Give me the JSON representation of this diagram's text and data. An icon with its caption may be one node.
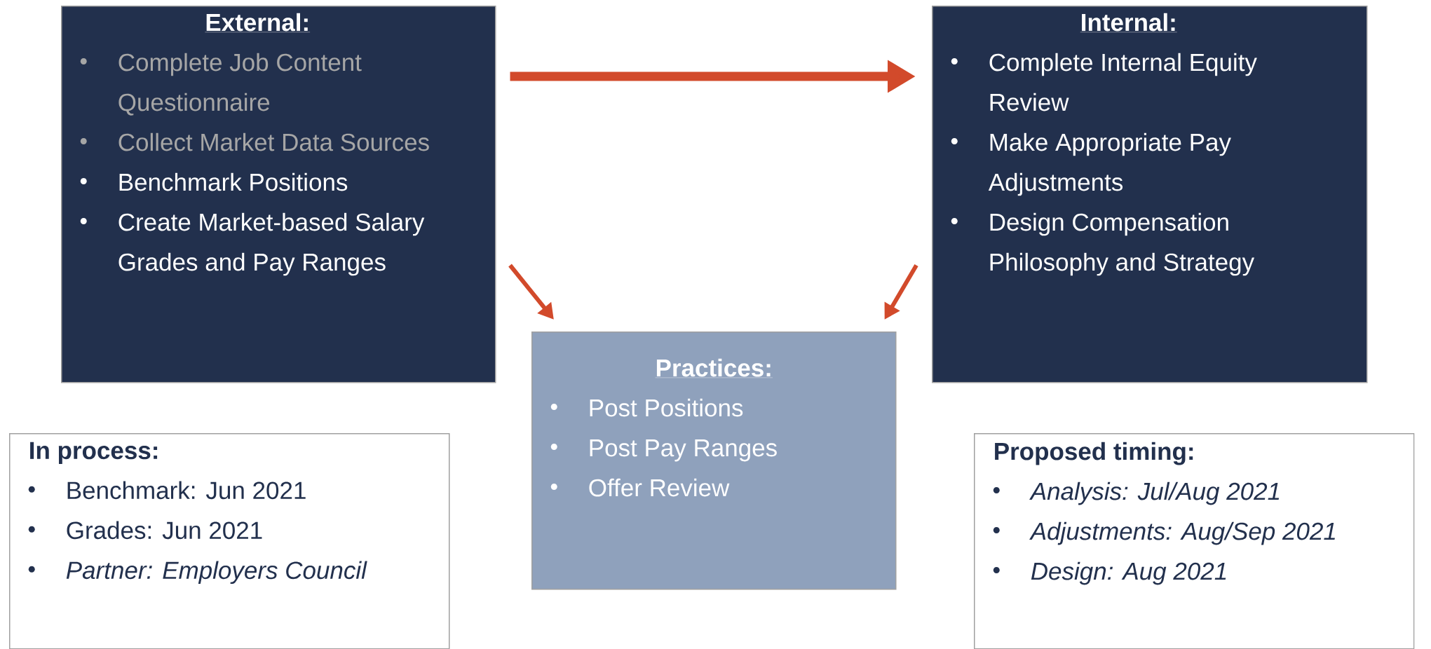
{
  "diagram": {
    "nodes": [
      {
        "text": [
          "External:",
          "Complete Job Content Questionnaire",
          "Collect Market Data Sources",
          "Benchmark Positions",
          "Create Market-based Salary Grades and Pay Ranges"
        ]
      },
      {
        "text": [
          "Internal:",
          "Complete Internal Equity Review",
          "Make Appropriate Pay Adjustments",
          "Design Compensation Philosophy and Strategy"
        ]
      },
      {
        "text": [
          "Practices:",
          "Post Positions",
          "Post Pay Ranges",
          "Offer Review"
        ]
      },
      {
        "text": [
          "In process:",
          "Benchmark: Jun 2021",
          "Grades: Jun 2021",
          "Partner: Employers Council"
        ]
      },
      {
        "text": [
          "Proposed timing:",
          "Analysis: Jul/Aug 2021",
          "Adjustments: Aug/Sep 2021",
          "Design: Aug 2021"
        ]
      }
    ],
    "edges": [
      {
        "from": 0,
        "to": 1,
        "arrow": "to",
        "style": "thick"
      },
      {
        "from": 0,
        "to": 2,
        "arrow": "to"
      },
      {
        "from": 1,
        "to": 2,
        "arrow": "to"
      }
    ]
  }
}
